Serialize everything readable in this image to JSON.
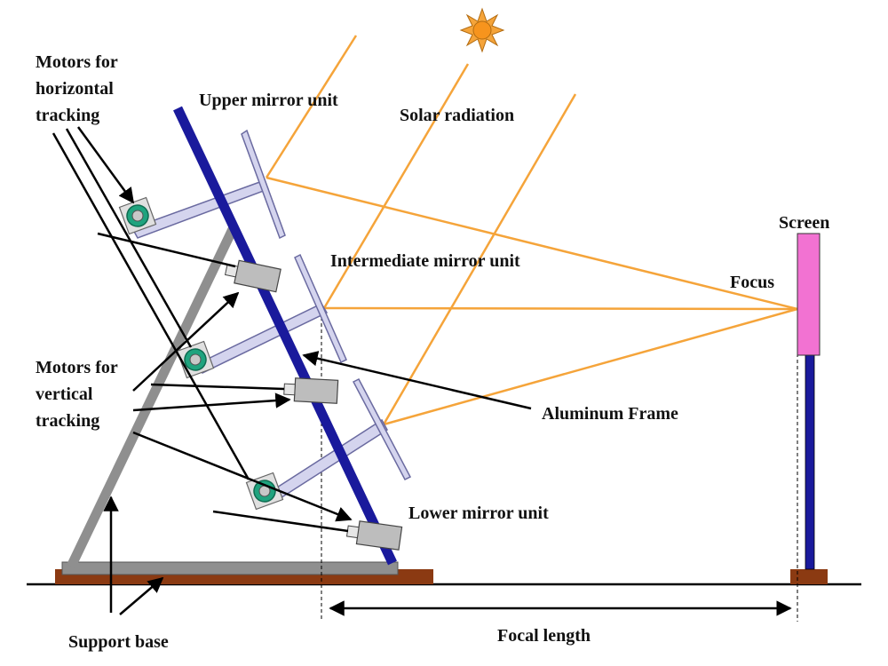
{
  "labels": {
    "motors_horizontal": [
      "Motors for",
      "horizontal",
      "tracking"
    ],
    "upper_mirror": "Upper mirror unit",
    "solar_radiation": "Solar radiation",
    "screen": "Screen",
    "intermediate_mirror": "Intermediate mirror unit",
    "focus": "Focus",
    "motors_vertical": [
      "Motors for",
      "vertical",
      "tracking"
    ],
    "aluminum_frame": "Aluminum Frame",
    "lower_mirror": "Lower mirror unit",
    "support_base": "Support base",
    "focal_length": "Focal length"
  },
  "colors": {
    "ray": "#F5A43A",
    "frame": "#1A1A9C",
    "mirror_fill": "#D4D4EE",
    "mirror_stroke": "#6A6AA0",
    "strut": "#8F8F8F",
    "motor_body": "#BDBDBD",
    "horizontal_motor": "#1FA37E",
    "base": "#8B3A12",
    "screen": "#F272D2",
    "sun": "#F5A43A"
  }
}
